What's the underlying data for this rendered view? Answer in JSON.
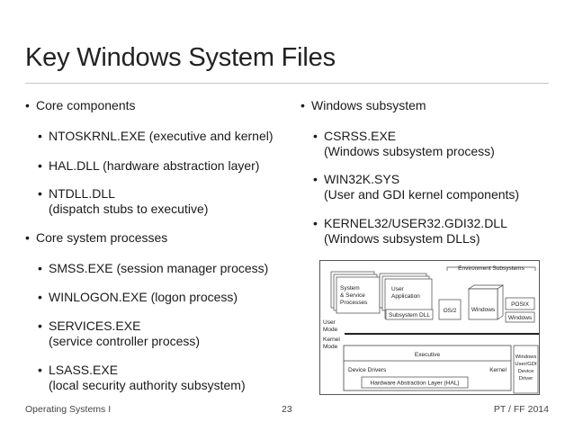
{
  "slide": {
    "title": "Key Windows System Files",
    "left_column": {
      "core_components": "Core components",
      "ntoskrnl": "NTOSKRNL.EXE (executive and kernel)",
      "hal": "HAL.DLL (hardware abstraction layer)",
      "ntdll_1": "NTDLL.DLL",
      "ntdll_2": "(dispatch stubs to executive)",
      "core_processes": "Core system processes",
      "smss": "SMSS.EXE (session manager process)",
      "winlogon": "WINLOGON.EXE (logon process)",
      "services_1": "SERVICES.EXE",
      "services_2": "(service controller process)",
      "lsass_1": "LSASS.EXE",
      "lsass_2": "(local security authority subsystem)"
    },
    "right_column": {
      "windows_subsystem": "Windows subsystem",
      "csrss_1": "CSRSS.EXE",
      "csrss_2": "(Windows subsystem process)",
      "win32k_1": "WIN32K.SYS",
      "win32k_2": "(User and GDI kernel components)",
      "kernel32_1": "KERNEL32/USER32.GDI32.DLL",
      "kernel32_2": "(Windows subsystem DLLs)"
    },
    "diagram": {
      "environment_subsystems": "Environment Subsystems",
      "system_line1": "System",
      "system_line2": "& Service",
      "system_line3": "Processes",
      "user_app_line1": "User",
      "user_app_line2": "Application",
      "subsystem_dll": "Subsystem DLL",
      "os2": "OS/2",
      "windows_env": "Windows",
      "posix": "POSIX",
      "windows_small": "Windows",
      "user_mode_1": "User",
      "user_mode_2": "Mode",
      "kernel_mode_1": "Kernel",
      "kernel_mode_2": "Mode",
      "executive": "Executive",
      "device_drivers": "Device Drivers",
      "kernel": "Kernel",
      "hal": "Hardware Abstraction Layer (HAL)",
      "win_gdi_1": "Windows",
      "win_gdi_2": "User/GDI",
      "win_gdi_3": "Device",
      "win_gdi_4": "Driver"
    },
    "footer": {
      "left": "Operating Systems I",
      "page": "23",
      "right": "PT / FF 2014"
    }
  }
}
